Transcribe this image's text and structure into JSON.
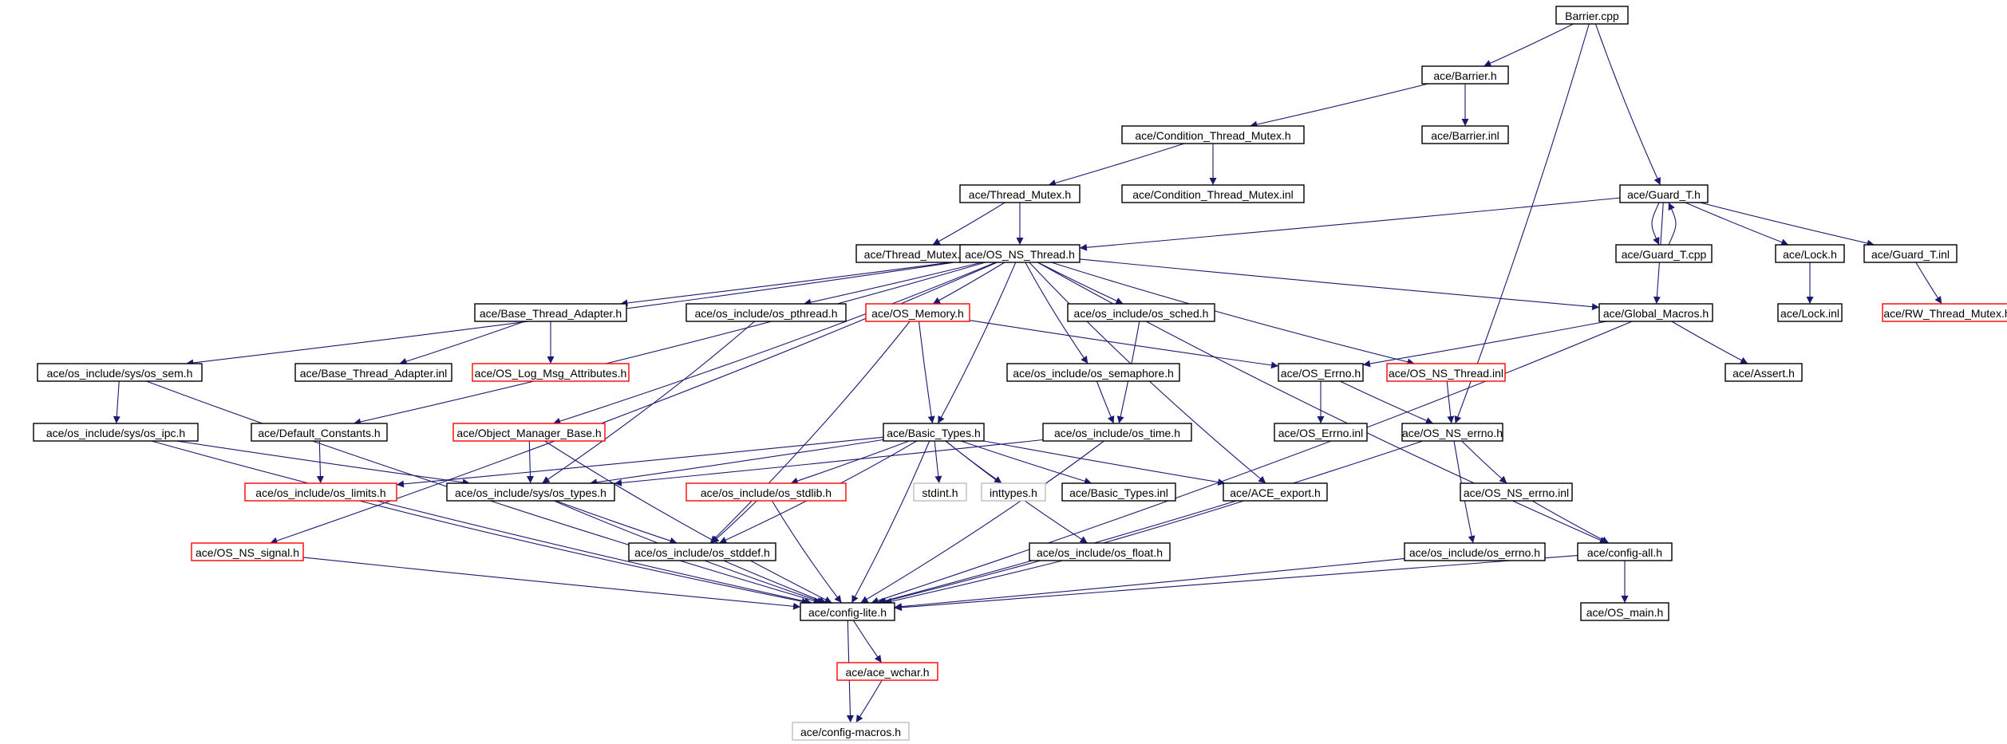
{
  "colors": {
    "edge": "#191970",
    "border_normal": "#000000",
    "border_truncated": "#ff0000",
    "border_external": "#bfbfbf",
    "root_fill": "#bfbfbf"
  },
  "nodes": [
    {
      "id": "barrier_cpp",
      "label": "Barrier.cpp",
      "style": "root"
    },
    {
      "id": "barrier_h",
      "label": "ace/Barrier.h",
      "style": "normal"
    },
    {
      "id": "barrier_inl",
      "label": "ace/Barrier.inl",
      "style": "normal"
    },
    {
      "id": "cond_thread_mutex_h",
      "label": "ace/Condition_Thread_Mutex.h",
      "style": "normal"
    },
    {
      "id": "cond_thread_mutex_inl",
      "label": "ace/Condition_Thread_Mutex.inl",
      "style": "normal"
    },
    {
      "id": "thread_mutex_h",
      "label": "ace/Thread_Mutex.h",
      "style": "normal"
    },
    {
      "id": "thread_mutex_inl",
      "label": "ace/Thread_Mutex.inl",
      "style": "normal"
    },
    {
      "id": "os_ns_thread_h",
      "label": "ace/OS_NS_Thread.h",
      "style": "normal"
    },
    {
      "id": "guard_t_h",
      "label": "ace/Guard_T.h",
      "style": "normal"
    },
    {
      "id": "guard_t_cpp",
      "label": "ace/Guard_T.cpp",
      "style": "normal"
    },
    {
      "id": "lock_h",
      "label": "ace/Lock.h",
      "style": "normal"
    },
    {
      "id": "guard_t_inl",
      "label": "ace/Guard_T.inl",
      "style": "normal"
    },
    {
      "id": "lock_inl",
      "label": "ace/Lock.inl",
      "style": "normal"
    },
    {
      "id": "rw_thread_mutex_h",
      "label": "ace/RW_Thread_Mutex.h",
      "style": "truncated"
    },
    {
      "id": "base_thread_adapter_h",
      "label": "ace/Base_Thread_Adapter.h",
      "style": "normal"
    },
    {
      "id": "os_pthread_h",
      "label": "ace/os_include/os_pthread.h",
      "style": "normal"
    },
    {
      "id": "os_memory_h",
      "label": "ace/OS_Memory.h",
      "style": "truncated"
    },
    {
      "id": "os_sched_h",
      "label": "ace/os_include/os_sched.h",
      "style": "normal"
    },
    {
      "id": "global_macros_h",
      "label": "ace/Global_Macros.h",
      "style": "normal"
    },
    {
      "id": "os_sem_h",
      "label": "ace/os_include/sys/os_sem.h",
      "style": "normal"
    },
    {
      "id": "base_thread_adapter_inl",
      "label": "ace/Base_Thread_Adapter.inl",
      "style": "normal"
    },
    {
      "id": "os_log_msg_attr_h",
      "label": "ace/OS_Log_Msg_Attributes.h",
      "style": "truncated"
    },
    {
      "id": "os_semaphore_h",
      "label": "ace/os_include/os_semaphore.h",
      "style": "normal"
    },
    {
      "id": "os_errno_h",
      "label": "ace/OS_Errno.h",
      "style": "normal"
    },
    {
      "id": "os_ns_thread_inl",
      "label": "ace/OS_NS_Thread.inl",
      "style": "truncated"
    },
    {
      "id": "assert_h",
      "label": "ace/Assert.h",
      "style": "normal"
    },
    {
      "id": "os_ipc_h",
      "label": "ace/os_include/sys/os_ipc.h",
      "style": "normal"
    },
    {
      "id": "default_constants_h",
      "label": "ace/Default_Constants.h",
      "style": "normal"
    },
    {
      "id": "object_manager_base_h",
      "label": "ace/Object_Manager_Base.h",
      "style": "truncated"
    },
    {
      "id": "basic_types_h",
      "label": "ace/Basic_Types.h",
      "style": "normal"
    },
    {
      "id": "os_time_h",
      "label": "ace/os_include/os_time.h",
      "style": "normal"
    },
    {
      "id": "os_errno_inl",
      "label": "ace/OS_Errno.inl",
      "style": "normal"
    },
    {
      "id": "os_ns_errno_h",
      "label": "ace/OS_NS_errno.h",
      "style": "normal"
    },
    {
      "id": "os_limits_h",
      "label": "ace/os_include/os_limits.h",
      "style": "truncated"
    },
    {
      "id": "os_types_h",
      "label": "ace/os_include/sys/os_types.h",
      "style": "normal"
    },
    {
      "id": "os_stdlib_h",
      "label": "ace/os_include/os_stdlib.h",
      "style": "truncated"
    },
    {
      "id": "stdint_h",
      "label": "stdint.h",
      "style": "external"
    },
    {
      "id": "inttypes_h",
      "label": "inttypes.h",
      "style": "external"
    },
    {
      "id": "basic_types_inl",
      "label": "ace/Basic_Types.inl",
      "style": "normal"
    },
    {
      "id": "ace_export_h",
      "label": "ace/ACE_export.h",
      "style": "normal"
    },
    {
      "id": "os_ns_errno_inl",
      "label": "ace/OS_NS_errno.inl",
      "style": "normal"
    },
    {
      "id": "os_ns_signal_h",
      "label": "ace/OS_NS_signal.h",
      "style": "truncated"
    },
    {
      "id": "os_stddef_h",
      "label": "ace/os_include/os_stddef.h",
      "style": "normal"
    },
    {
      "id": "os_float_h",
      "label": "ace/os_include/os_float.h",
      "style": "normal"
    },
    {
      "id": "os_errno_os_h",
      "label": "ace/os_include/os_errno.h",
      "style": "normal"
    },
    {
      "id": "config_all_h",
      "label": "ace/config-all.h",
      "style": "normal"
    },
    {
      "id": "config_lite_h",
      "label": "ace/config-lite.h",
      "style": "normal"
    },
    {
      "id": "os_main_h",
      "label": "ace/OS_main.h",
      "style": "normal"
    },
    {
      "id": "ace_wchar_h",
      "label": "ace/ace_wchar.h",
      "style": "truncated"
    },
    {
      "id": "config_macros_h",
      "label": "ace/config-macros.h",
      "style": "external"
    }
  ],
  "edges": [
    [
      "barrier_cpp",
      "barrier_h"
    ],
    [
      "barrier_cpp",
      "guard_t_h"
    ],
    [
      "barrier_cpp",
      "os_ns_errno_h"
    ],
    [
      "barrier_h",
      "cond_thread_mutex_h"
    ],
    [
      "barrier_h",
      "barrier_inl"
    ],
    [
      "cond_thread_mutex_h",
      "thread_mutex_h"
    ],
    [
      "cond_thread_mutex_h",
      "cond_thread_mutex_inl"
    ],
    [
      "thread_mutex_h",
      "thread_mutex_inl"
    ],
    [
      "thread_mutex_h",
      "os_ns_thread_h"
    ],
    [
      "guard_t_h",
      "os_ns_thread_h"
    ],
    [
      "guard_t_h",
      "guard_t_cpp"
    ],
    [
      "guard_t_cpp",
      "guard_t_h"
    ],
    [
      "guard_t_h",
      "lock_h"
    ],
    [
      "guard_t_h",
      "guard_t_inl"
    ],
    [
      "guard_t_h",
      "global_macros_h"
    ],
    [
      "lock_h",
      "lock_inl"
    ],
    [
      "guard_t_inl",
      "rw_thread_mutex_h"
    ],
    [
      "os_ns_thread_h",
      "os_sem_h"
    ],
    [
      "os_ns_thread_h",
      "base_thread_adapter_h"
    ],
    [
      "os_ns_thread_h",
      "os_pthread_h"
    ],
    [
      "os_ns_thread_h",
      "os_memory_h"
    ],
    [
      "os_ns_thread_h",
      "os_sched_h"
    ],
    [
      "os_ns_thread_h",
      "global_macros_h"
    ],
    [
      "os_ns_thread_h",
      "default_constants_h"
    ],
    [
      "os_ns_thread_h",
      "os_ns_signal_h"
    ],
    [
      "os_ns_thread_h",
      "object_manager_base_h"
    ],
    [
      "os_ns_thread_h",
      "basic_types_h"
    ],
    [
      "os_ns_thread_h",
      "os_semaphore_h"
    ],
    [
      "os_ns_thread_h",
      "ace_export_h"
    ],
    [
      "os_ns_thread_h",
      "os_ns_thread_inl"
    ],
    [
      "os_ns_thread_h",
      "config_all_h"
    ],
    [
      "base_thread_adapter_h",
      "base_thread_adapter_inl"
    ],
    [
      "base_thread_adapter_h",
      "os_log_msg_attr_h"
    ],
    [
      "os_pthread_h",
      "os_types_h"
    ],
    [
      "os_memory_h",
      "basic_types_h"
    ],
    [
      "os_memory_h",
      "os_errno_h"
    ],
    [
      "os_memory_h",
      "os_stddef_h"
    ],
    [
      "os_sched_h",
      "os_time_h"
    ],
    [
      "global_macros_h",
      "os_errno_h"
    ],
    [
      "global_macros_h",
      "assert_h"
    ],
    [
      "global_macros_h",
      "config_lite_h"
    ],
    [
      "os_sem_h",
      "os_ipc_h"
    ],
    [
      "os_sem_h",
      "config_lite_h"
    ],
    [
      "os_ipc_h",
      "os_types_h"
    ],
    [
      "os_ipc_h",
      "config_lite_h"
    ],
    [
      "default_constants_h",
      "os_limits_h"
    ],
    [
      "object_manager_base_h",
      "os_types_h"
    ],
    [
      "object_manager_base_h",
      "config_lite_h"
    ],
    [
      "os_semaphore_h",
      "os_time_h"
    ],
    [
      "os_errno_h",
      "os_errno_inl"
    ],
    [
      "os_errno_h",
      "os_ns_errno_h"
    ],
    [
      "os_ns_thread_inl",
      "os_ns_errno_h"
    ],
    [
      "basic_types_h",
      "os_limits_h"
    ],
    [
      "basic_types_h",
      "os_types_h"
    ],
    [
      "basic_types_h",
      "os_stdlib_h"
    ],
    [
      "basic_types_h",
      "stdint_h"
    ],
    [
      "basic_types_h",
      "inttypes_h"
    ],
    [
      "basic_types_h",
      "basic_types_inl"
    ],
    [
      "basic_types_h",
      "ace_export_h"
    ],
    [
      "basic_types_h",
      "os_stddef_h"
    ],
    [
      "basic_types_h",
      "os_float_h"
    ],
    [
      "basic_types_h",
      "config_lite_h"
    ],
    [
      "os_time_h",
      "os_types_h"
    ],
    [
      "os_time_h",
      "config_lite_h"
    ],
    [
      "os_ns_errno_h",
      "os_ns_errno_inl"
    ],
    [
      "os_ns_errno_h",
      "os_errno_os_h"
    ],
    [
      "os_ns_errno_h",
      "config_lite_h"
    ],
    [
      "os_limits_h",
      "config_lite_h"
    ],
    [
      "os_types_h",
      "os_stddef_h"
    ],
    [
      "os_types_h",
      "config_lite_h"
    ],
    [
      "os_stdlib_h",
      "os_stddef_h"
    ],
    [
      "os_stdlib_h",
      "config_lite_h"
    ],
    [
      "ace_export_h",
      "config_lite_h"
    ],
    [
      "os_ns_errno_inl",
      "config_all_h"
    ],
    [
      "os_ns_signal_h",
      "config_lite_h"
    ],
    [
      "os_stddef_h",
      "config_lite_h"
    ],
    [
      "os_float_h",
      "config_lite_h"
    ],
    [
      "os_errno_os_h",
      "config_lite_h"
    ],
    [
      "config_all_h",
      "config_lite_h"
    ],
    [
      "config_all_h",
      "os_main_h"
    ],
    [
      "config_lite_h",
      "ace_wchar_h"
    ],
    [
      "config_lite_h",
      "config_macros_h"
    ],
    [
      "ace_wchar_h",
      "config_macros_h"
    ]
  ]
}
